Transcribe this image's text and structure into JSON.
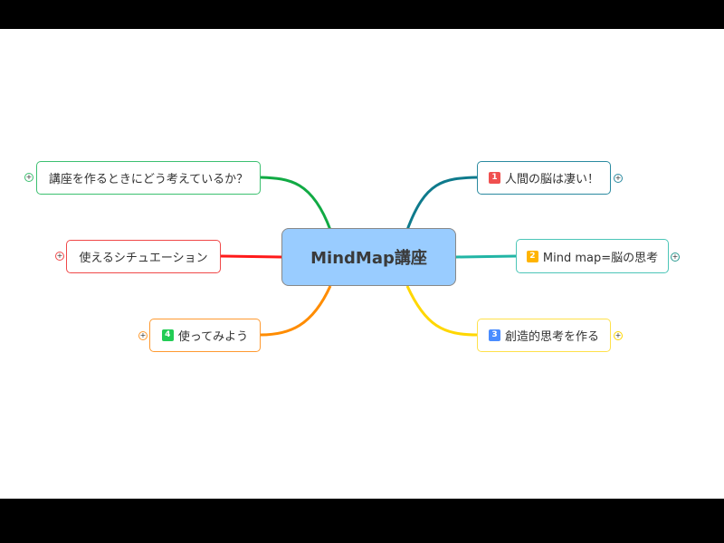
{
  "central": {
    "title": "MindMap講座",
    "color": "#99ccff"
  },
  "right_topics": [
    {
      "badge": "1",
      "badge_color": "#f0504f",
      "label": "人間の脳は凄い！",
      "color": "#2a8aa0"
    },
    {
      "badge": "2",
      "badge_color": "#ffb400",
      "label": "Mind map=脳の思考",
      "color": "#4cc6b8"
    },
    {
      "badge": "3",
      "badge_color": "#4a8cff",
      "label": "創造的思考を作る",
      "color": "#ffe14a"
    }
  ],
  "left_topics": [
    {
      "label": "講座を作るときにどう考えているか？",
      "color": "#3cc070"
    },
    {
      "label": "使えるシチュエーション",
      "color": "#f04848"
    },
    {
      "badge": "4",
      "badge_color": "#22cc55",
      "label": "使ってみよう",
      "color": "#ff9a30"
    }
  ],
  "expand_symbol": "+"
}
